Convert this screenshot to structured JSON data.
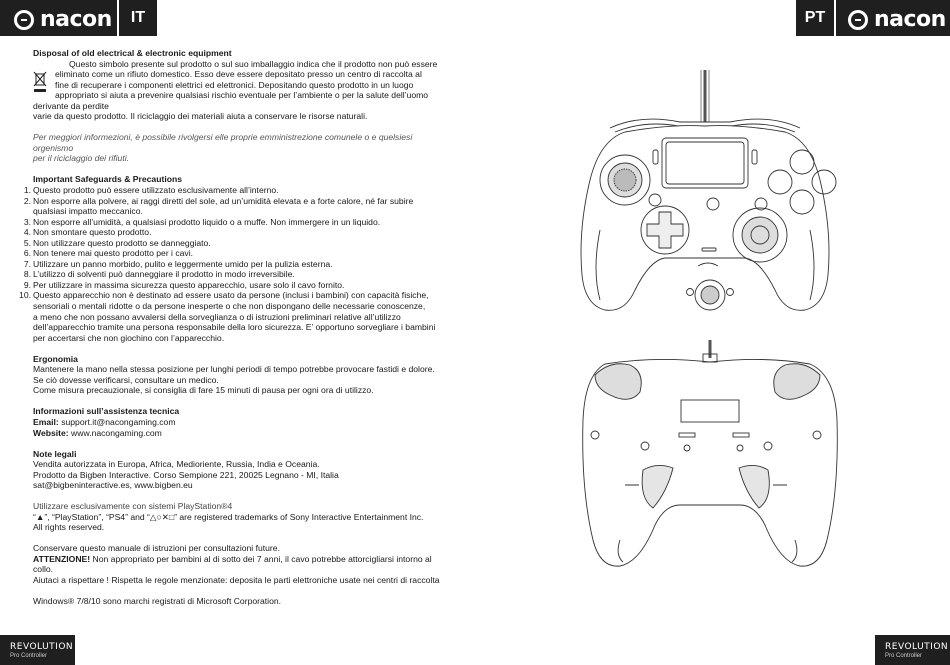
{
  "header": {
    "logo_left": "nacon",
    "logo_right": "nacon",
    "lang_left": "IT",
    "lang_right": "PT"
  },
  "disposal": {
    "title": "Disposal of old electrical & electronic equipment",
    "lines": [
      "Questo simbolo presente sul prodotto o sul suo imballaggio indica che il prodotto non può essere",
      "eliminato come un rifiuto domestico. Esso deve essere depositato presso un centro di raccolta al",
      "fine di recuperare i componenti elettrici ed elettronici. Depositando questo prodotto in un luogo",
      "appropriato si aiuta a prevenire qualsiasi rischio eventuale per l’ambiente o per la salute dell’uomo",
      "derivante da perdite",
      "varie da questo prodotto. Il riciclaggio dei materiali aiuta a conservare le risorse naturali."
    ],
    "italic": [
      "Per meggiori informezioni, è possibile rivolgersi elle proprie emministrezione comunele o e quelsiesi orgenismo",
      "per il riciclaggio dei rifiuti."
    ]
  },
  "safety": {
    "title": "Important Safeguards & Precautions",
    "items": [
      {
        "n": "1.",
        "lines": [
          "Questo prodotto può essere utilizzato esclusivamente all’interno."
        ]
      },
      {
        "n": "2.",
        "lines": [
          "Non esporre alla polvere, ai raggi diretti del sole, ad un’umidità elevata e a forte calore, né far subire",
          "qualsiasi impatto meccanico."
        ]
      },
      {
        "n": "3.",
        "lines": [
          "Non esporre all’umidità, a qualsiasi prodotto liquido o a muffe. Non immergere in un liquido."
        ]
      },
      {
        "n": "4.",
        "lines": [
          "Non smontare questo prodotto."
        ]
      },
      {
        "n": "5.",
        "lines": [
          "Non utilizzare questo prodotto se danneggiato."
        ]
      },
      {
        "n": "6.",
        "lines": [
          "Non tenere mai questo prodotto per i cavi."
        ]
      },
      {
        "n": "7.",
        "lines": [
          "Utilizzare un panno morbido, pulito e leggermente umido per la pulizia esterna."
        ]
      },
      {
        "n": "8.",
        "lines": [
          "L’utilizzo di solventi può danneggiare il prodotto in modo irreversibile."
        ]
      },
      {
        "n": "9.",
        "lines": [
          "Per utilizzare in massima sicurezza questo apparecchio, usare solo il cavo fornito."
        ]
      },
      {
        "n": "10.",
        "lines": [
          "Questo apparecchio non è destinato ad essere usato da persone (inclusi i bambini) con capacità fisiche,",
          "sensoriali o mentali ridotte o da persone inesperte o che non dispongano delle necessarie conoscenze,",
          "a meno che non possano avvalersi della sorveglianza o di istruzioni preliminari relative all’utilizzo",
          "dell’apparecchio tramite una persona responsabile della loro sicurezza. E’ opportuno sorvegliare i bambini",
          "per accertarsi che non giochino con l’apparecchio."
        ]
      }
    ]
  },
  "ergonomia": {
    "title": "Ergonomia",
    "lines": [
      "Mantenere la mano nella stessa posizione per lunghi periodi di tempo potrebbe provocare fastidi e dolore.",
      "Se ciò dovesse verificarsi, consultare un medico.",
      "Come misura precauzionale, si consiglia di fare 15 minuti di pausa per ogni ora di utilizzo."
    ]
  },
  "assistenza": {
    "title": "Informazioni sull’assistenza tecnica",
    "email_label": "Email:",
    "email": "support.it@nacongaming.com",
    "website_label": "Website:",
    "website": "www.nacongaming.com"
  },
  "legal": {
    "title": "Note legali",
    "lines": [
      "Vendita autorizzata in Europa, Africa, Medioriente, Russia, India e Oceania.",
      "Prodotto da Bigben Interactive. Corso Sempione 221, 20025 Legnano - MI, Italia",
      "sat@bigbeninteractive.es, www.bigben.eu"
    ]
  },
  "trademarks": {
    "line1": "Utilizzare esclusivamente con sistemi PlayStation®4",
    "line2": "“▲”, “PlayStation”, “PS4” and “△○✕□” are registered trademarks of Sony Interactive Entertainment Inc.",
    "line3": "All rights reserved."
  },
  "closing": {
    "line1": "Conservare questo manuale di istruzioni per consultazioni future.",
    "warn_label": "ATTENZIONE!",
    "warn_text": " Non appropriato per bambini al di sotto dei 7 anni, il cavo potrebbe attorcigliarsi intorno al",
    "warn_text2": "collo.",
    "line3": "Aiutaci a rispettare ! Rispetta le regole menzionate: deposita le parti elettroniche usate nei centri di raccolta",
    "windows": "Windows® 7/8/10 sono marchi registrati di Microsoft Corporation."
  },
  "footer": {
    "brand": "REVOLUTION",
    "sub": "Pro Controller"
  }
}
